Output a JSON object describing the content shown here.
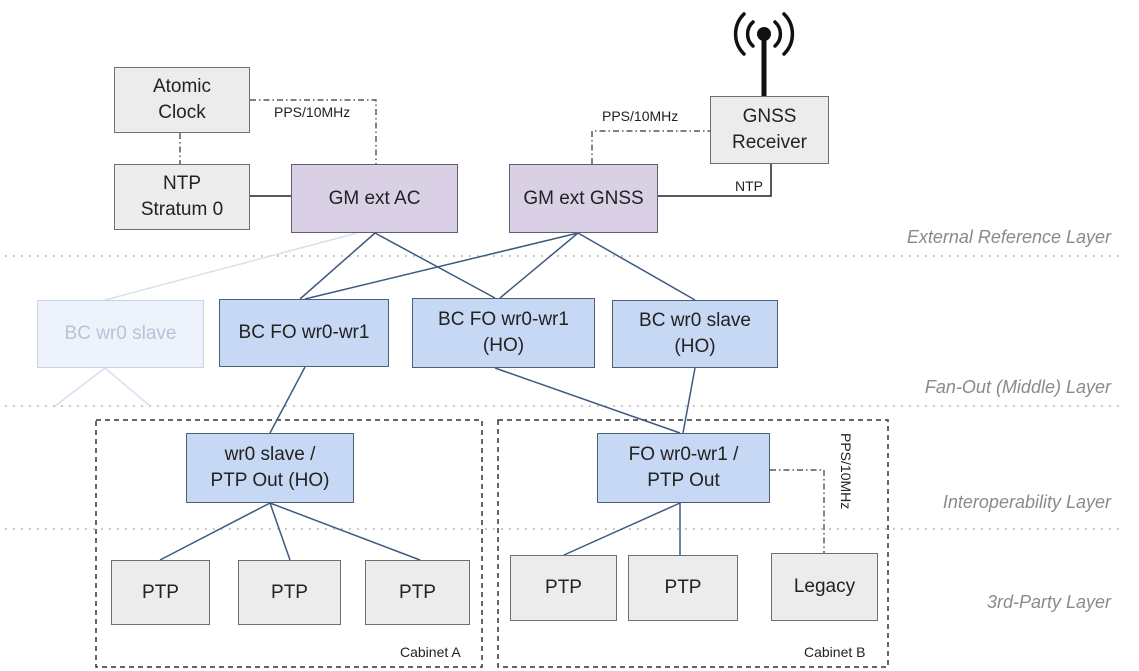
{
  "layers": {
    "external": "External Reference Layer",
    "fanout": "Fan-Out (Middle) Layer",
    "interop": "Interoperability Layer",
    "thirdparty": "3rd-Party Layer"
  },
  "nodes": {
    "atomic_clock": "Atomic\nClock",
    "ntp_stratum0": "NTP\nStratum 0",
    "gm_ext_ac": "GM ext AC",
    "gm_ext_gnss": "GM ext GNSS",
    "gnss_receiver": "GNSS\nReceiver",
    "bc_wr0_slave_faded": "BC wr0 slave",
    "bc_fo_wr0_wr1": "BC FO wr0-wr1",
    "bc_fo_wr0_wr1_ho": "BC FO wr0-wr1\n(HO)",
    "bc_wr0_slave_ho": "BC wr0 slave\n(HO)",
    "wr0_slave_ptp_out_ho": "wr0 slave /\nPTP Out (HO)",
    "fo_wr0_wr1_ptp_out": "FO wr0-wr1 /\nPTP Out",
    "ptp_a1": "PTP",
    "ptp_a2": "PTP",
    "ptp_a3": "PTP",
    "ptp_b1": "PTP",
    "ptp_b2": "PTP",
    "legacy": "Legacy"
  },
  "link_labels": {
    "pps_ac": "PPS/10MHz",
    "pps_gnss": "PPS/10MHz",
    "ntp": "NTP",
    "pps_legacy": "PPS/10MHz"
  },
  "cabinets": {
    "a": "Cabinet A",
    "b": "Cabinet B"
  },
  "colors": {
    "gray_box": "#ececec",
    "purple_box": "#d9d0e6",
    "blue_box": "#c6d8f3",
    "line": "#3d5a80"
  },
  "icons": {
    "antenna": "antenna-icon"
  }
}
